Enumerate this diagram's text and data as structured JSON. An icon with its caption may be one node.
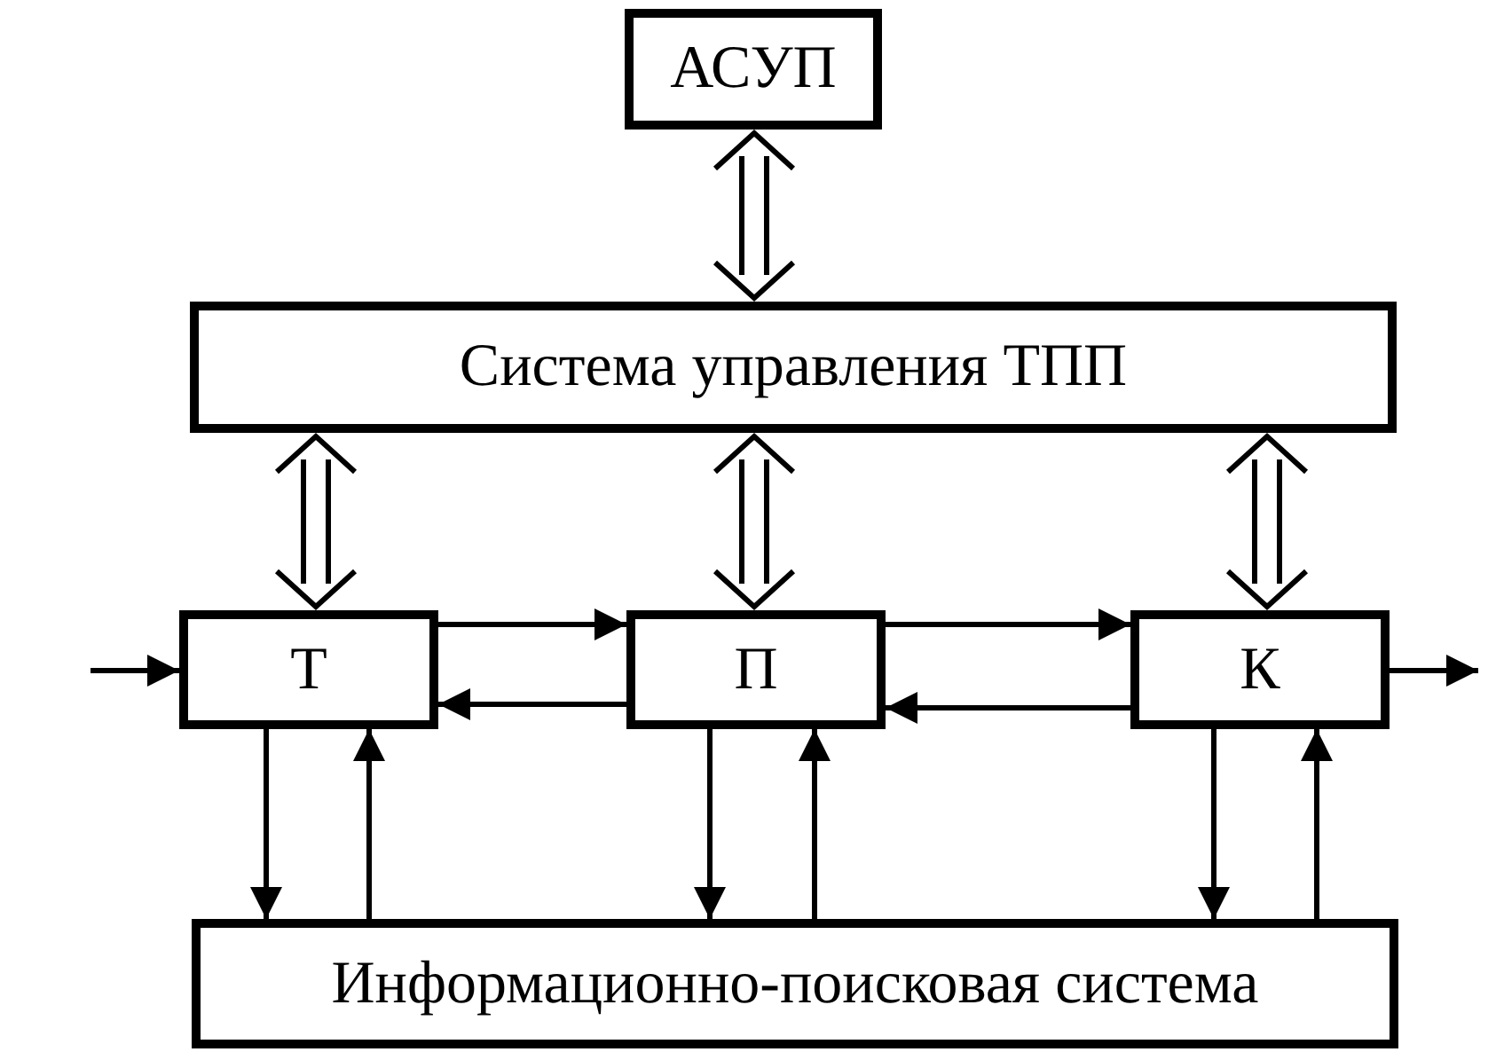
{
  "diagram": {
    "nodes": [
      {
        "text": [
          "АСУП"
        ]
      },
      {
        "text": [
          "Система управления ТПП"
        ]
      },
      {
        "text": [
          "Т"
        ]
      },
      {
        "text": [
          "П"
        ]
      },
      {
        "text": [
          "К"
        ]
      },
      {
        "text": [
          "Информационно-поисковая система"
        ]
      }
    ],
    "edges": [
      {
        "from": 0,
        "to": 1,
        "arrow": "both"
      },
      {
        "from": 1,
        "to": 2,
        "arrow": "both"
      },
      {
        "from": 1,
        "to": 3,
        "arrow": "both"
      },
      {
        "from": 1,
        "to": 4,
        "arrow": "both"
      },
      {
        "from": null,
        "to": 2,
        "arrow": "to"
      },
      {
        "from": 2,
        "to": 3,
        "arrow": "to"
      },
      {
        "from": 3,
        "to": 2,
        "arrow": "to"
      },
      {
        "from": 3,
        "to": 4,
        "arrow": "to"
      },
      {
        "from": 4,
        "to": 3,
        "arrow": "to"
      },
      {
        "from": 4,
        "to": null,
        "arrow": "to"
      },
      {
        "from": 2,
        "to": 5,
        "arrow": "to"
      },
      {
        "from": 5,
        "to": 2,
        "arrow": "to"
      },
      {
        "from": 3,
        "to": 5,
        "arrow": "to"
      },
      {
        "from": 5,
        "to": 3,
        "arrow": "to"
      },
      {
        "from": 4,
        "to": 5,
        "arrow": "to"
      },
      {
        "from": 5,
        "to": 4,
        "arrow": "to"
      }
    ]
  }
}
